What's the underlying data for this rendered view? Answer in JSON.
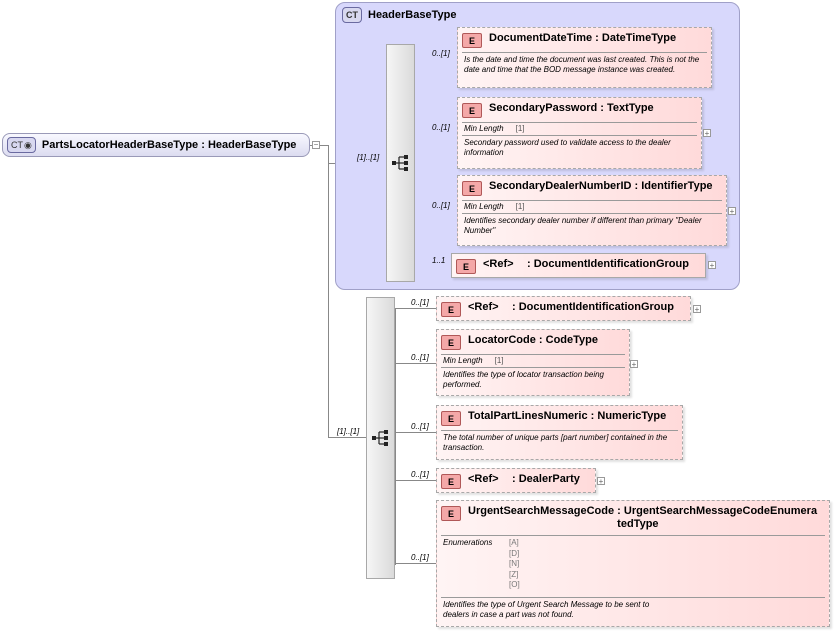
{
  "root": {
    "badge": "CT",
    "name": "PartsLocatorHeaderBaseType",
    "base": "HeaderBaseType"
  },
  "header_base": {
    "badge": "CT",
    "title": "HeaderBaseType"
  },
  "cardinalities": {
    "inner_seq": "[1]..[1]",
    "outer_seq": "[1]..[1]",
    "doc_date": "0..[1]",
    "sec_pw": "0..[1]",
    "sec_dealer": "0..[1]",
    "doc_id_inner": "1..1",
    "doc_id_outer": "0..[1]",
    "locator": "0..[1]",
    "total_parts": "0..[1]",
    "dealer_party": "0..[1]",
    "urgent": "0..[1]"
  },
  "elements": {
    "doc_date": {
      "badge": "E",
      "name": "DocumentDateTime",
      "type": ": DateTimeType",
      "doc": "Is the date and time the document was last created. This is not the date and time that the BOD message instance was created."
    },
    "sec_pw": {
      "badge": "E",
      "name": "SecondaryPassword",
      "type": ": TextType",
      "prop_label": "Min Length",
      "prop_value": "[1]",
      "doc": "Secondary password used to validate access to the dealer information"
    },
    "sec_dealer": {
      "badge": "E",
      "name": "SecondaryDealerNumberID",
      "type": ": IdentifierType",
      "prop_label": "Min Length",
      "prop_value": "[1]",
      "doc": "Identifies secondary dealer number if different than primary \"Dealer Number\""
    },
    "doc_id_inner": {
      "badge": "E",
      "ref": "<Ref>",
      "type": ": DocumentIdentificationGroup"
    },
    "doc_id_outer": {
      "badge": "E",
      "ref": "<Ref>",
      "type": ": DocumentIdentificationGroup"
    },
    "locator": {
      "badge": "E",
      "name": "LocatorCode",
      "type": ": CodeType",
      "prop_label": "Min Length",
      "prop_value": "[1]",
      "doc": "Identifies the type of locator transaction being performed."
    },
    "total_parts": {
      "badge": "E",
      "name": "TotalPartLinesNumeric",
      "type": ": NumericType",
      "doc": "The total number of unique parts [part number] contained in the transaction."
    },
    "dealer_party": {
      "badge": "E",
      "ref": "<Ref>",
      "type": ": DealerParty"
    },
    "urgent": {
      "badge": "E",
      "name": "UrgentSearchMessageCode",
      "type": ": UrgentSearchMessageCodeEnumeratedType",
      "enum_label": "Enumerations",
      "enums": [
        "[A]",
        "[D]",
        "[N]",
        "[Z]",
        "[O]"
      ],
      "doc": "Identifies the type of Urgent Search Message to be sent to dealers in case a part was not found."
    }
  },
  "icons": {
    "sequence": "sequence-compositor-icon",
    "expand": "plus-icon",
    "collapse": "minus-icon"
  }
}
